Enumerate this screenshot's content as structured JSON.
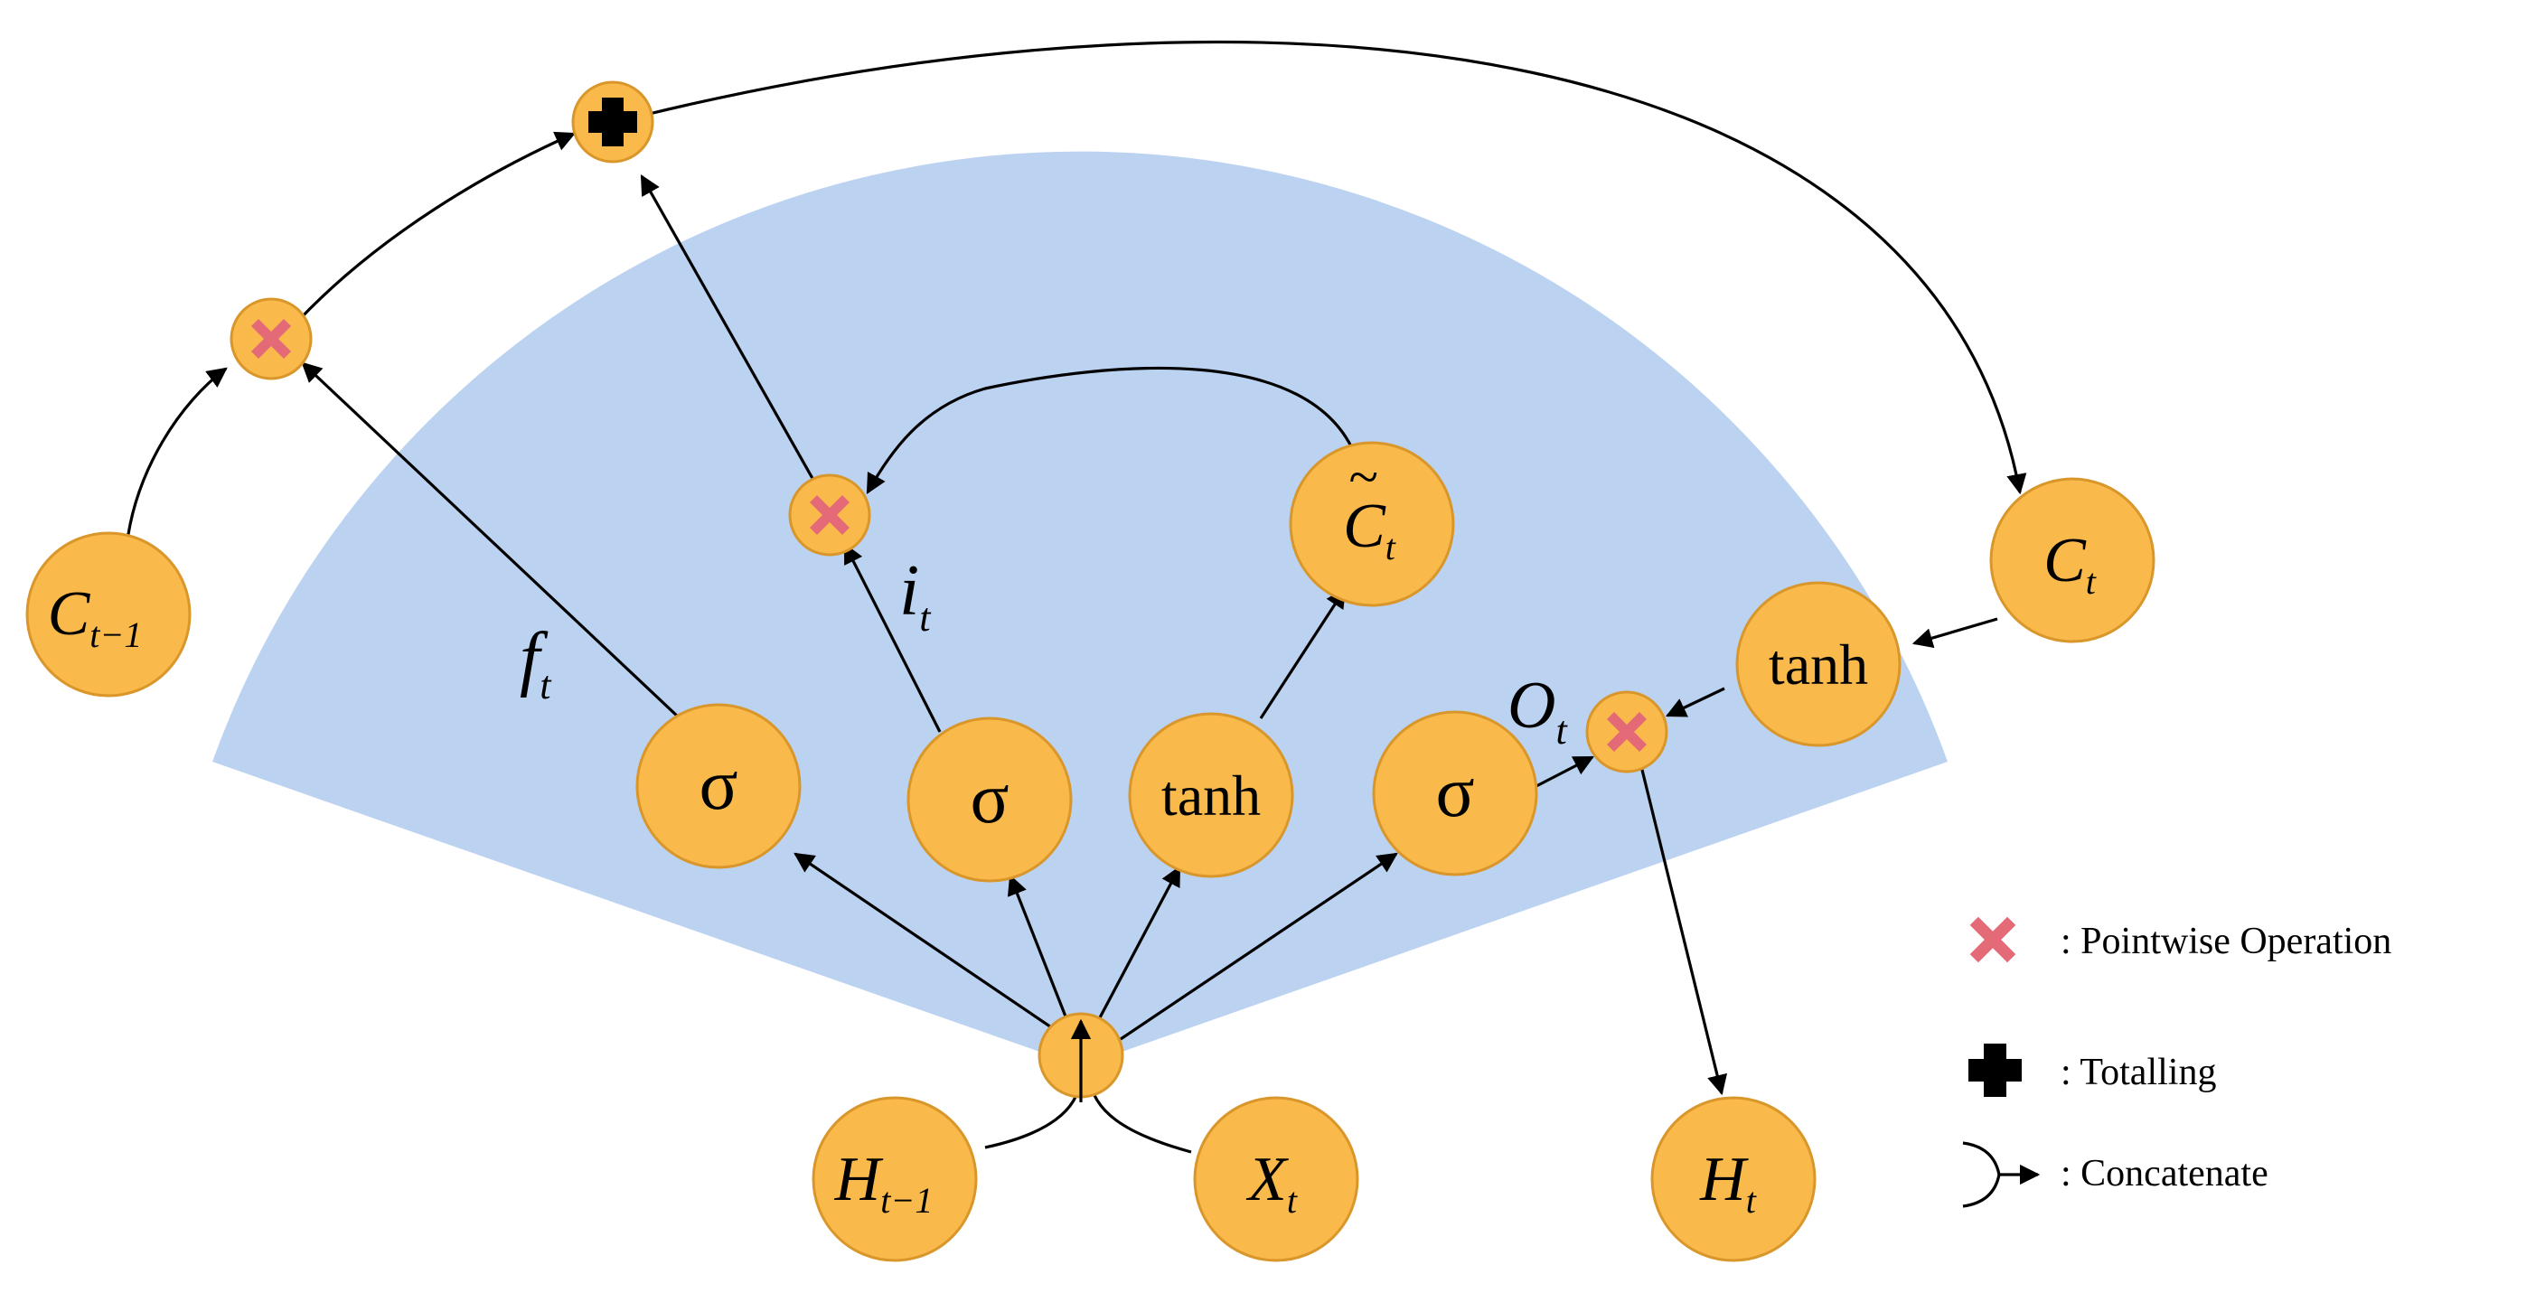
{
  "nodes": {
    "c_prev": {
      "main": "C",
      "sub": "t−1"
    },
    "c_t": {
      "main": "C",
      "sub": "t"
    },
    "c_tilde": {
      "main": "C",
      "sub": "t",
      "accent": "~"
    },
    "h_prev": {
      "main": "H",
      "sub": "t−1"
    },
    "x_t": {
      "main": "X",
      "sub": "t"
    },
    "h_t": {
      "main": "H",
      "sub": "t"
    },
    "sigma_forget": "σ",
    "sigma_input": "σ",
    "tanh_candidate": "tanh",
    "sigma_output": "σ",
    "tanh_cell": "tanh"
  },
  "labels": {
    "f": {
      "main": "f",
      "sub": "t"
    },
    "i": {
      "main": "i",
      "sub": "t"
    },
    "o": {
      "main": "O",
      "sub": "t"
    }
  },
  "legend": {
    "pointwise": ": Pointwise Operation",
    "totalling": ": Totalling",
    "concatenate": ": Concatenate"
  },
  "colors": {
    "node_fill": "#F9B94B",
    "node_stroke": "#D9962A",
    "sector_fill": "#BCD2F1",
    "multiply_mark": "#E46A78",
    "plus_mark": "#000000"
  },
  "icons": {
    "multiply": "cross-mark-icon",
    "add": "plus-icon",
    "concat": "concatenate-arrow-icon"
  }
}
